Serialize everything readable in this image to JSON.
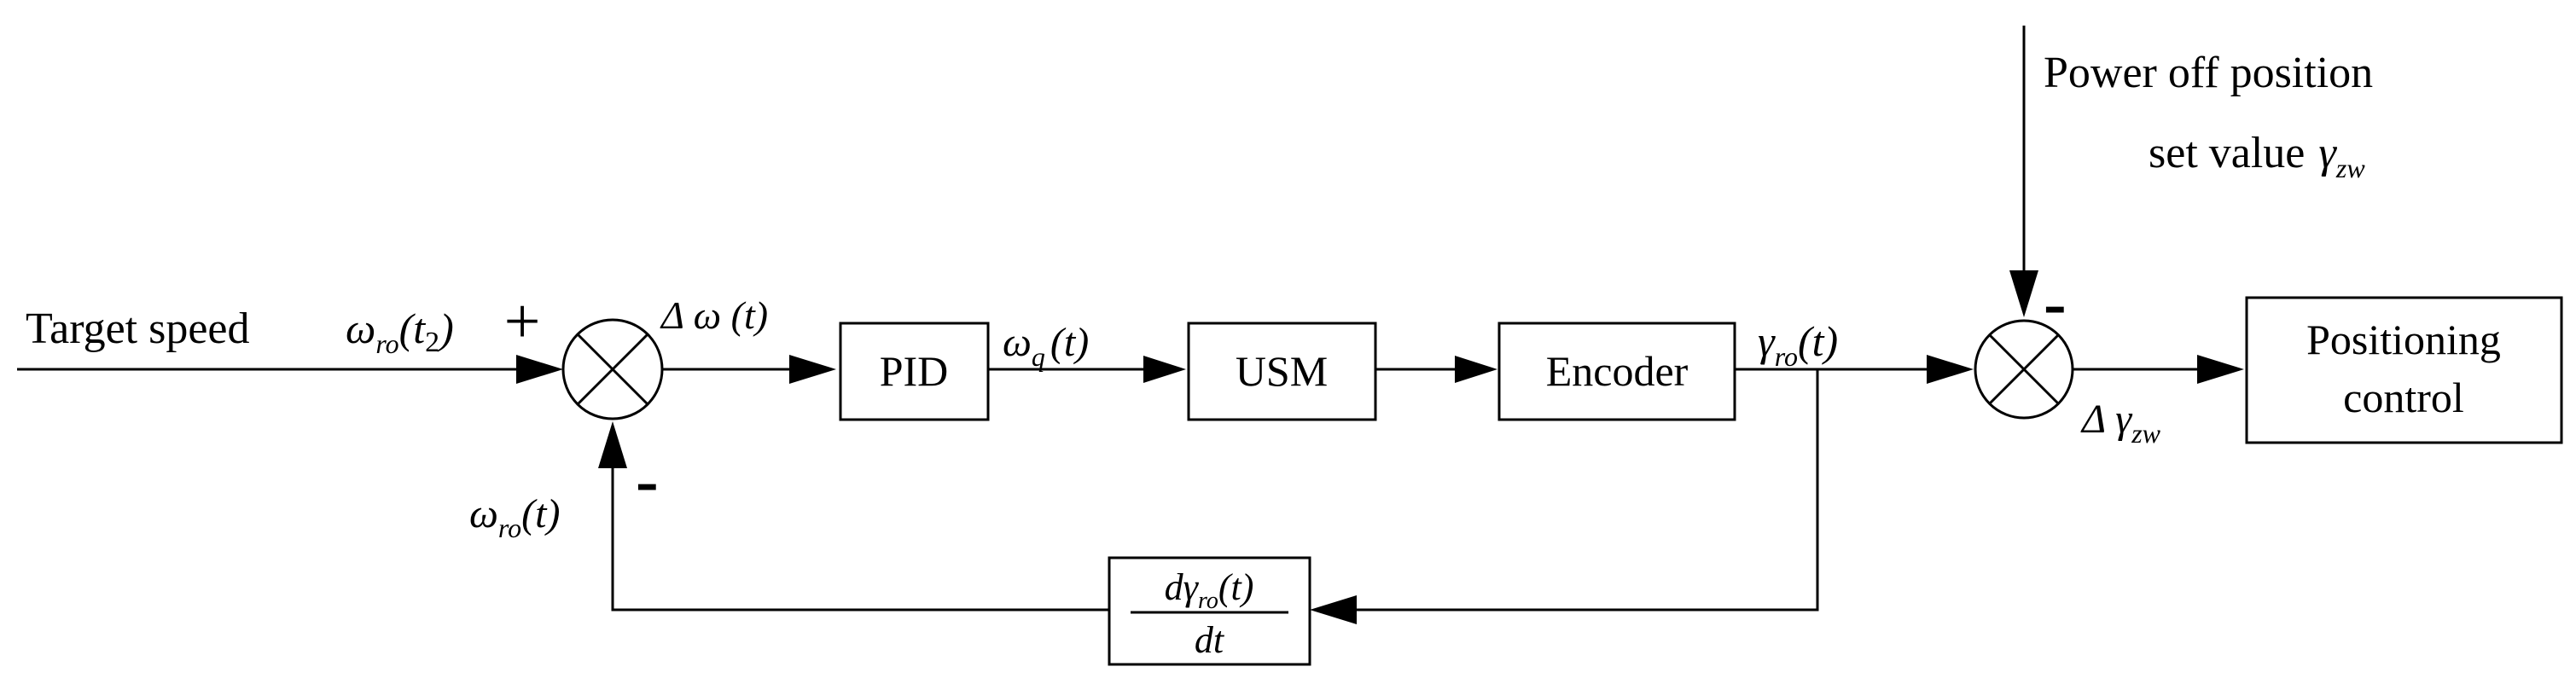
{
  "labels": {
    "target_speed": "Target speed",
    "target_symbol": "ω",
    "target_sub": "ro",
    "target_arg_open": "(t",
    "target_arg_sub": "2",
    "target_arg_close": ")",
    "plus_sign": "+",
    "delta_omega": "Δ  ω  (t)",
    "omega_q": "ω",
    "omega_q_sub": "q",
    "omega_q_arg": "(t)",
    "gamma_ro": "γ",
    "gamma_ro_sub": "ro",
    "gamma_ro_arg": "(t)",
    "feedback_omega": "ω",
    "feedback_omega_sub": "ro",
    "feedback_omega_arg": "(t)",
    "minus_sign_1": "-",
    "minus_sign_2": "-",
    "power_off_line1": "Power off position",
    "power_off_line2": "set value",
    "power_off_gamma": "γ",
    "power_off_gamma_sub": "zw",
    "delta_gamma": "Δ  γ",
    "delta_gamma_sub": "zw"
  },
  "blocks": {
    "pid": "PID",
    "usm": "USM",
    "encoder": "Encoder",
    "positioning_line1": "Positioning",
    "positioning_line2": "control",
    "derivative_num": "dγ",
    "derivative_num_sub": "ro",
    "derivative_num_arg": "(t)",
    "derivative_den": "dt"
  }
}
